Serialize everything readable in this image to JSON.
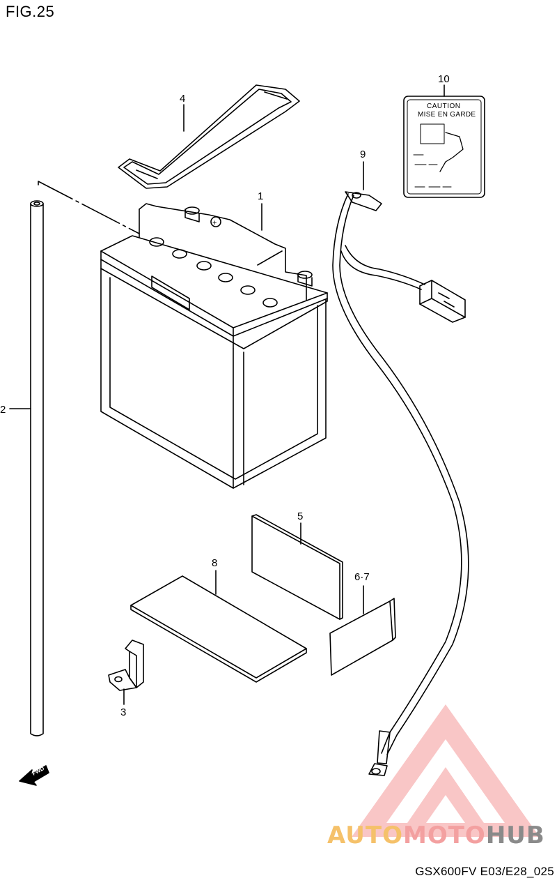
{
  "figure": {
    "title": "FIG.25",
    "code": "GSX600FV E03/E28_025"
  },
  "callouts": [
    {
      "id": "c1",
      "label": "1"
    },
    {
      "id": "c2",
      "label": "2"
    },
    {
      "id": "c3",
      "label": "3"
    },
    {
      "id": "c4",
      "label": "4"
    },
    {
      "id": "c5",
      "label": "5"
    },
    {
      "id": "c67",
      "label": "6·7"
    },
    {
      "id": "c8",
      "label": "8"
    },
    {
      "id": "c9",
      "label": "9"
    },
    {
      "id": "c10",
      "label": "10"
    }
  ],
  "caution_label": {
    "line1": "CAUTION",
    "line2": "MISE EN GARDE"
  },
  "battery": {
    "terminal_plus": "+",
    "terminal_minus": "-"
  },
  "fwd_arrow": "FWD",
  "watermark": {
    "part1": "AUTO",
    "part2": "MOTO",
    "part3": "HUB",
    "colors": [
      "#f5c16a",
      "#f3a0a0",
      "#8a8a8a"
    ]
  }
}
